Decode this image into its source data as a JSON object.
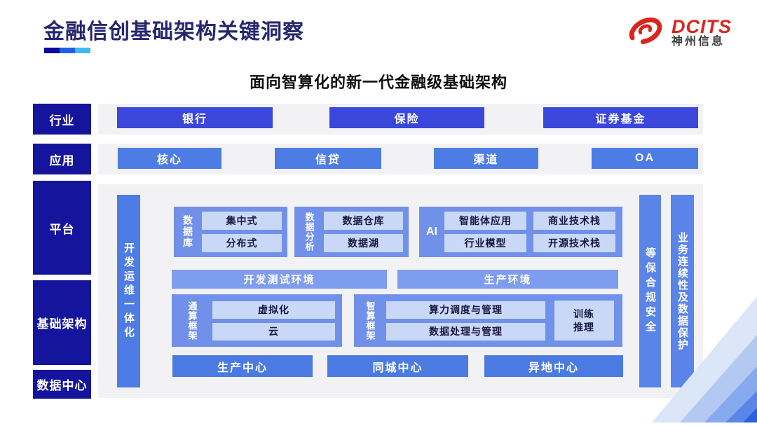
{
  "header": {
    "title": "金融信创基础架构关键洞察",
    "logo": {
      "brand": "DCITS",
      "company": "神州信息"
    }
  },
  "subtitle": "面向智算化的新一代金融级基础架构",
  "side_labels": {
    "industry": "行业",
    "application": "应用",
    "platform": "平台",
    "infrastructure": "基础架构",
    "datacenter": "数据中心"
  },
  "industry_row": {
    "items": [
      "银行",
      "保险",
      "证券基金"
    ]
  },
  "application_row": {
    "items": [
      "核心",
      "信贷",
      "渠道",
      "OA"
    ]
  },
  "platform": {
    "devops_bar": "开发运维一体化",
    "security_bar": "等保合规安全",
    "continuity_bar": "业务连续性及数据保护",
    "database_group": {
      "label": "数据库",
      "items": [
        "集中式",
        "分布式"
      ]
    },
    "analytics_group": {
      "label": "数据分析",
      "items": [
        "数据仓库",
        "数据湖"
      ]
    },
    "ai_group": {
      "label": "AI",
      "items": [
        "智能体应用",
        "商业技术栈",
        "行业模型",
        "开源技术栈"
      ]
    },
    "env_row": {
      "items": [
        "开发测试环境",
        "生产环境"
      ]
    },
    "general_compute_group": {
      "label": "通算框架",
      "items": [
        "虚拟化",
        "云"
      ]
    },
    "intelligent_compute_group": {
      "label": "智算框架",
      "items": [
        "算力调度与管理",
        "数据处理与管理"
      ],
      "side_item_lines": [
        "训练",
        "推理"
      ]
    },
    "datacenter_row": {
      "items": [
        "生产中心",
        "同城中心",
        "异地中心"
      ]
    }
  },
  "colors": {
    "title_navy": "#26266e",
    "side_label_navy": "#14149c",
    "industry_box_blue": "#3b46db",
    "app_box_blue": "#4d7ce4",
    "group_blue": "#7090ea",
    "env_blue": "#7f9dee",
    "chip_light_blue": "#c9d8f7",
    "logo_red": "#d9251c",
    "panel_gray": "#f2f2f4",
    "underline_segments": [
      "#0a0aa0",
      "#1f5fe8",
      "#3fb9ed"
    ]
  }
}
